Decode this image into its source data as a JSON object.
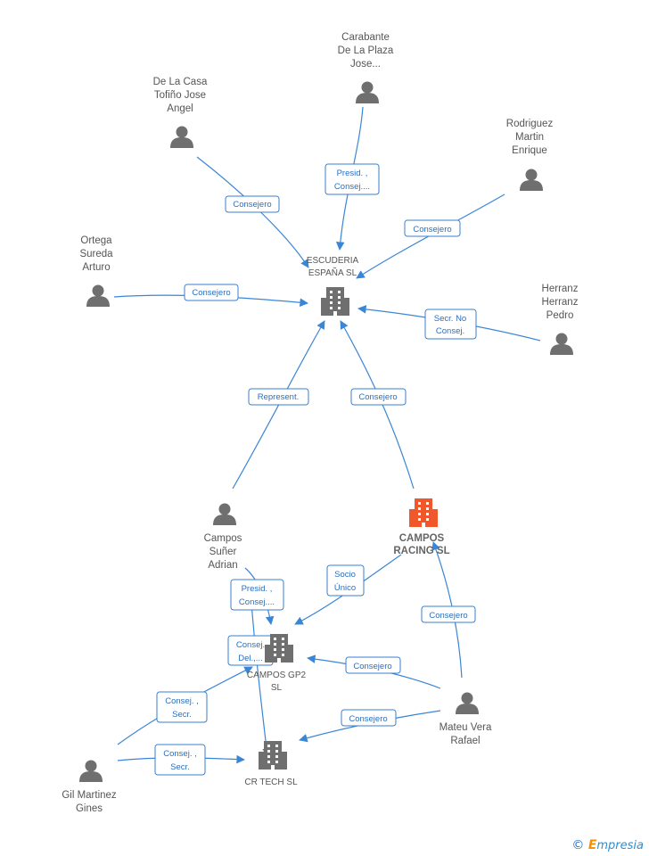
{
  "nodes": {
    "escuderia": {
      "label": [
        "ESCUDERIA",
        "ESPAÑA SL"
      ],
      "type": "company"
    },
    "campos_racing": {
      "label": [
        "CAMPOS",
        "RACING SL"
      ],
      "type": "company-main"
    },
    "campos_gp2": {
      "label": [
        "CAMPOS GP2",
        "SL"
      ],
      "type": "company"
    },
    "cr_tech": {
      "label": [
        "CR TECH  SL"
      ],
      "type": "company"
    },
    "carabante": {
      "label": [
        "Carabante",
        "De La Plaza",
        "Jose..."
      ],
      "type": "person"
    },
    "de_la_casa": {
      "label": [
        "De La Casa",
        "Tofiño Jose",
        "Angel"
      ],
      "type": "person"
    },
    "rodriguez": {
      "label": [
        "Rodriguez",
        "Martin",
        "Enrique"
      ],
      "type": "person"
    },
    "ortega": {
      "label": [
        "Ortega",
        "Sureda",
        "Arturo"
      ],
      "type": "person"
    },
    "herranz": {
      "label": [
        "Herranz",
        "Herranz",
        "Pedro"
      ],
      "type": "person"
    },
    "campos_suner": {
      "label": [
        "Campos",
        "Suñer",
        "Adrian"
      ],
      "type": "person"
    },
    "mateu": {
      "label": [
        "Mateu Vera",
        "Rafael"
      ],
      "type": "person"
    },
    "gil": {
      "label": [
        "Gil Martinez",
        "Gines"
      ],
      "type": "person"
    }
  },
  "edge_labels": {
    "carabante_escuderia": [
      "Presid. ,",
      "Consej...."
    ],
    "delacasa_escuderia": [
      "Consejero"
    ],
    "rodriguez_escuderia": [
      "Consejero"
    ],
    "ortega_escuderia": [
      "Consejero"
    ],
    "herranz_escuderia": [
      "Secr.  No",
      "Consej."
    ],
    "suner_escuderia": [
      "Represent."
    ],
    "racing_escuderia": [
      "Consejero"
    ],
    "racing_gp2": [
      "Socio",
      "Único"
    ],
    "suner_gp2": [
      "Presid. ,",
      "Consej...."
    ],
    "suner_crtech": [
      "Consej.",
      "Del.,..."
    ],
    "mateu_racing": [
      "Consejero"
    ],
    "mateu_gp2": [
      "Consejero"
    ],
    "mateu_crtech": [
      "Consejero"
    ],
    "gil_gp2": [
      "Consej. ,",
      "Secr."
    ],
    "gil_crtech": [
      "Consej. ,",
      "Secr."
    ]
  },
  "colors": {
    "edge": "#3a86d6",
    "person_icon": "#6f6f6f",
    "company_icon": "#6f6f6f",
    "main_company_icon": "#f0572a"
  },
  "footer": {
    "copyright_symbol": "©",
    "brand_initial": "E",
    "brand_rest": "mpresia"
  }
}
